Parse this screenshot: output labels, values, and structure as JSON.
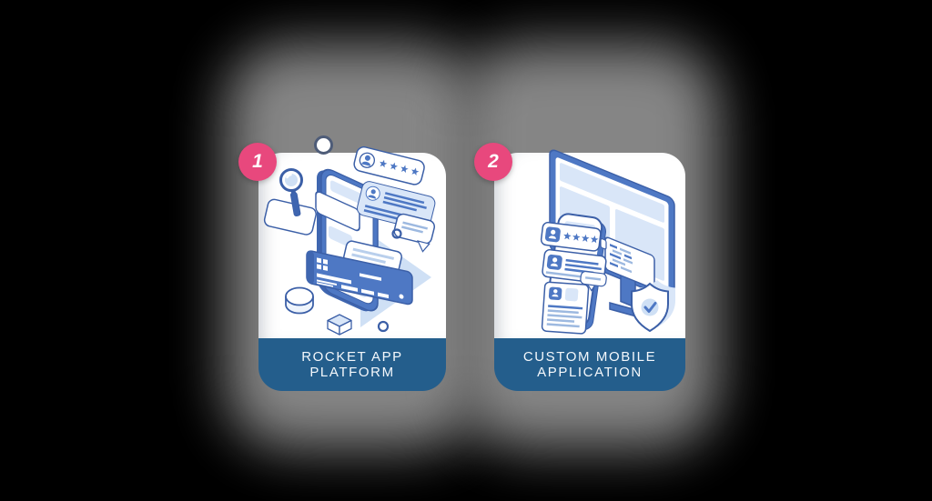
{
  "page": {
    "background_color": "#000000"
  },
  "colors": {
    "accent_pink": "#e8487d",
    "footer_blue": "#245e8c",
    "outline_blue": "#3b5fa7",
    "solid_blue": "#4e78c4",
    "light_blue": "#d9e6f8",
    "pale_blue": "#cfe0f5",
    "shadow_gray": "#8d8d8d",
    "card_white": "#ffffff"
  },
  "cards": [
    {
      "number": "1",
      "title": "ROCKET APP\nPLATFORM",
      "icons": [
        "magnifier-icon",
        "smartphone-icon",
        "chat-bubble-icon",
        "rating-stars-icon",
        "credit-card-icon",
        "play-triangle-shape",
        "cylinder-shape",
        "cube-shape"
      ]
    },
    {
      "number": "2",
      "title": "CUSTOM MOBILE\nAPPLICATION",
      "icons": [
        "monitor-icon",
        "smartphone-icon",
        "rating-stars-icon",
        "review-bubble-icon",
        "document-card-icon",
        "code-window-icon",
        "shield-check-icon"
      ]
    }
  ]
}
